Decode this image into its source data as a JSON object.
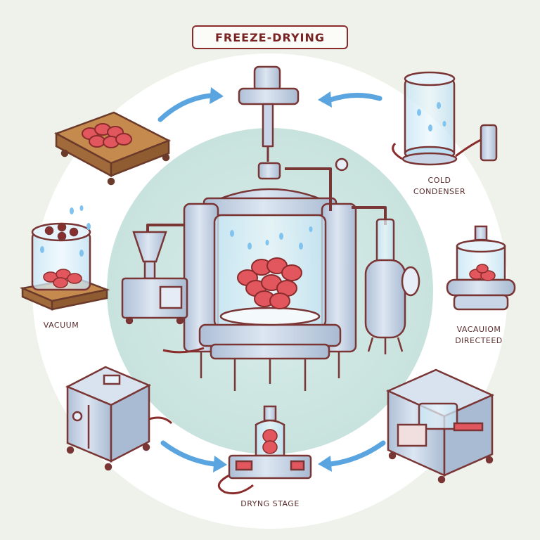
{
  "title": "FREEZE-DRYING",
  "labels": {
    "vacuum": "VACUUM",
    "cold_condenser_1": "COLD",
    "cold_condenser_2": "CONDENSER",
    "vacuum_directed_1": "VACAUIOM",
    "vacuum_directed_2": "DIRECTEED",
    "drying_stage": "DRYNG STAGE"
  },
  "colors": {
    "background": "#eef2ea",
    "ring": "#ffffff",
    "center_glow": "#cfe6e2",
    "steel": "#c9d6e8",
    "outline": "#7a3535",
    "arrow": "#5aa5df",
    "meat": "#e2565e",
    "water": "#7fc3ee"
  },
  "icons": [
    "freeze-dryer-icon",
    "meat-icon",
    "wooden-board-icon",
    "cold-condenser-icon",
    "vacuum-chamber-icon",
    "vacuum-pump-icon",
    "drying-machine-icon",
    "control-cabinet-icon",
    "drying-stage-icon",
    "cycle-arrow-icon",
    "water-drop-icon",
    "gas-cylinder-icon"
  ]
}
